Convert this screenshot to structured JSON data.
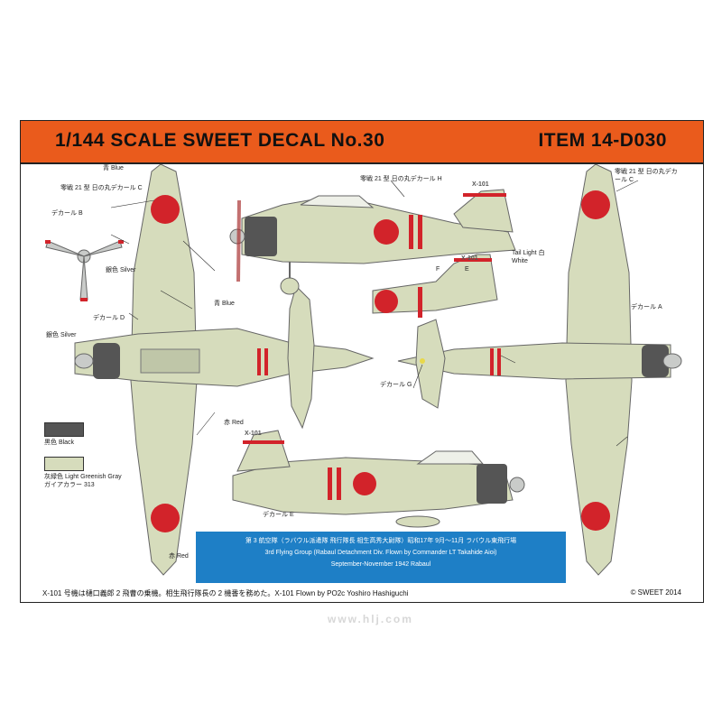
{
  "header": {
    "title": "1/144 SCALE SWEET DECAL No.30",
    "item": "ITEM 14-D030"
  },
  "colors": {
    "header_bg": "#ea5b1c",
    "aircraft_body": "#d6dcbc",
    "hinomaru_red": "#d2232a",
    "black": "#555555",
    "caption_bg": "#1e7fc6"
  },
  "labels": {
    "blue_top": "青 Blue",
    "decal_c_top_left": "零戦 21 型 日の丸デカール C",
    "decal_b": "デカール B",
    "silver_prop": "銀色 Silver",
    "blue_mid": "青 Blue",
    "decal_d": "デカール D",
    "silver_spinner": "銀色 Silver",
    "red": "赤 Red",
    "red_bottom": "赤 Red",
    "decal_h": "零戦 21 型 日の丸デカール H",
    "label_f": "F",
    "label_e": "E",
    "tail_light": "Tail Light 白 White",
    "decal_c_top_right": "零戦 21 型 日の丸デカール C",
    "decal_a": "デカール A",
    "decal_g": "デカール G",
    "decal_e_bottom": "デカール E",
    "tail_code_1": "X-101",
    "tail_code_2": "X-101",
    "tail_code_3": "X-101"
  },
  "legend": {
    "black_label": "黒色 Black",
    "gray_label": "灰緑色 Light Greenish Gray ガイアカラー 313"
  },
  "caption": {
    "line1": "第 3 航空隊（ラバウル派遣隊 飛行隊長 相生高秀大尉隊）昭和17年 9月～11月 ラバウル東飛行場",
    "line2": "3rd Flying Group (Rabaul Detachment Div. Flown by Commander LT Takahide Aioi)",
    "line3": "September-November 1942 Rabaul"
  },
  "footer": {
    "note": "X-101 号機は樋口義郎 2 飛曹の乗機。相生飛行隊長の 2 機番を務めた。X-101 Flown by PO2c Yoshiro Hashiguchi",
    "copyright": "© SWEET 2014"
  },
  "watermark": "www.hlj.com"
}
